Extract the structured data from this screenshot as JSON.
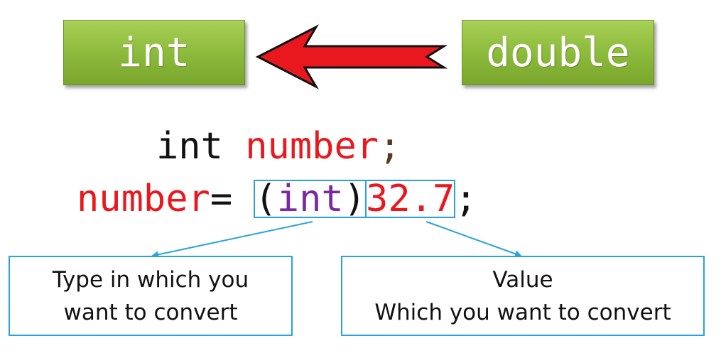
{
  "types": {
    "target": "int",
    "source": "double"
  },
  "code": {
    "line1": {
      "keyword": "int",
      "variable": "number",
      "semicolon": ";"
    },
    "line2": {
      "variable": "number",
      "assign": "= ",
      "cast_open": "(",
      "cast_type": "int",
      "cast_close": ")",
      "value": "32.7",
      "semicolon": ";"
    }
  },
  "callouts": {
    "type": {
      "line1": "Type in which you",
      "line2": "want to convert"
    },
    "value": {
      "line1": "Value",
      "line2": "Which you want to convert"
    }
  },
  "colors": {
    "green_box": "#8fbd3e",
    "arrow_fill": "#e8181e",
    "arrow_stroke": "#111111",
    "code_red": "#e8181e",
    "code_purple": "#7a2aa0",
    "frame_blue": "#2aa3dc"
  }
}
